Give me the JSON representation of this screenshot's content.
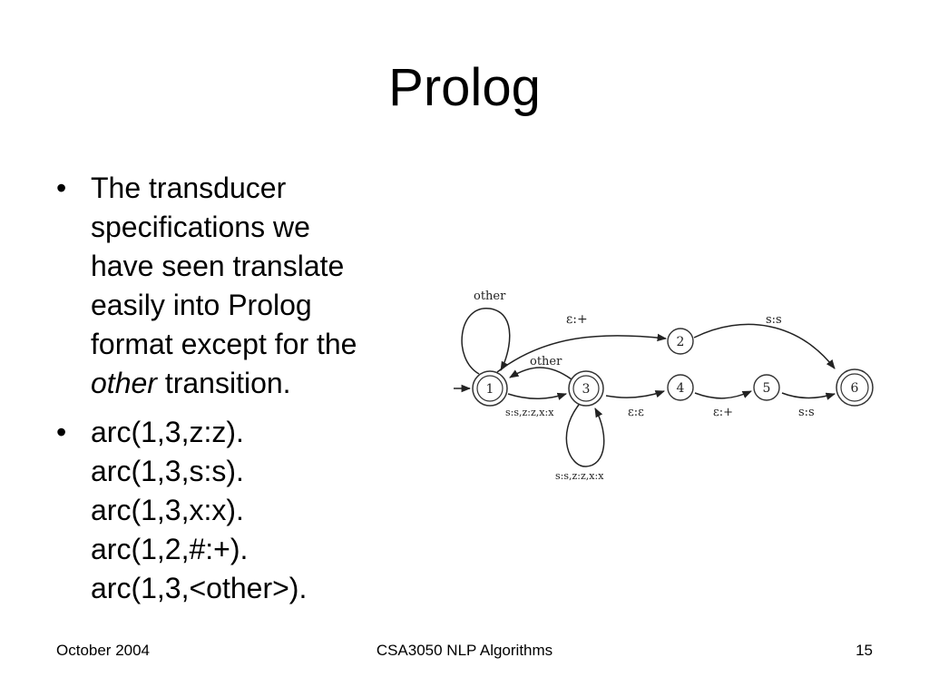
{
  "slide": {
    "title": "Prolog",
    "bullets": [
      {
        "bullet_char": "•",
        "lines": [
          "The transducer",
          "specifications we",
          "have seen translate",
          "easily into Prolog",
          "format except for the"
        ],
        "italic_word": "other",
        "last_line_rest": " transition."
      },
      {
        "bullet_char": "•",
        "lines": [
          "arc(1,3,z:z).",
          "arc(1,3,s:s).",
          "arc(1,3,x:x).",
          "arc(1,2,#:+).",
          "arc(1,3,<other>)."
        ]
      }
    ]
  },
  "diagram": {
    "states": [
      "1",
      "2",
      "3",
      "4",
      "5",
      "6"
    ],
    "final_states": [
      "1",
      "3",
      "6"
    ],
    "labels": {
      "loop_1": "other",
      "arc_1_2": "ε:+",
      "arc_2_6": "s:s",
      "arc_3_1": "other",
      "arc_1_3": "s:s,z:z,x:x",
      "loop_3": "s:s,z:z,x:x",
      "arc_3_4": "ε:ε",
      "arc_4_5": "ε:+",
      "arc_5_6": "s:s"
    }
  },
  "footer": {
    "date": "October 2004",
    "course": "CSA3050 NLP Algorithms",
    "page": "15"
  }
}
